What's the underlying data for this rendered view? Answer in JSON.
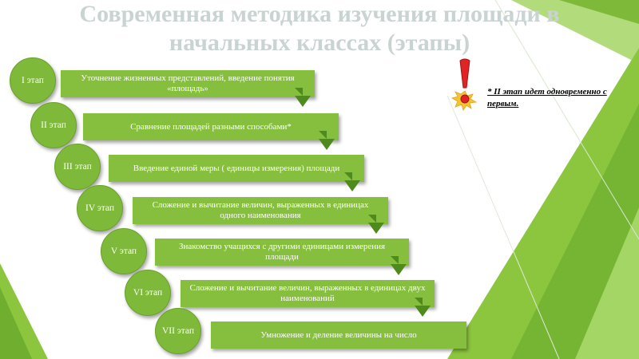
{
  "title": "Современная методика изучения площади в начальных классах (этапы)",
  "stages": [
    {
      "label": "I этап",
      "text": "Уточнение жизненных представлений, введение понятия «площадь»"
    },
    {
      "label": "II этап",
      "text": "Сравнение площадей разными способами*"
    },
    {
      "label": "III этап",
      "text": "Введение единой меры ( единицы измерения) площади"
    },
    {
      "label": "IV этап",
      "text": "Сложение и вычитание величин, выраженных в единицах одного наименования"
    },
    {
      "label": "V этап",
      "text": "Знакомство учащихся с другими единицами измерения площади"
    },
    {
      "label": "VI этап",
      "text": "Сложение и вычитание величин, выраженных в единицах двух наименований"
    },
    {
      "label": "VII этап",
      "text": "Умножение и деление величины на число"
    }
  ],
  "note": "* II этап идет одновременно с первым.",
  "colors": {
    "green": "#86bf3d",
    "darkgreen": "#4f8a1c",
    "title": "#c9d3d2"
  },
  "icons": {
    "exclamation": "exclamation-burst-icon",
    "arrow": "bent-arrow-down-icon"
  }
}
